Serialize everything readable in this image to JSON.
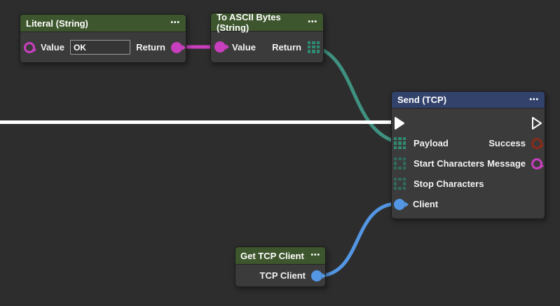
{
  "ui": {
    "menu_icon": "•••"
  },
  "colors": {
    "background": "#2d2d2d",
    "node_body": "#3b3b3b",
    "green_header": "#3d562d",
    "blue_header": "#32426b",
    "magenta": "#c83fbe",
    "teal": "#3f9180",
    "teal_bright": "#2f8a72",
    "teal_dim": "#2f6b5c",
    "blue": "#5396e3",
    "dark_red": "#8c2a1a",
    "exec_wire": "#ffffff"
  },
  "nodes": {
    "literal": {
      "title": "Literal (String)",
      "value_label": "Value",
      "value_input": "OK",
      "return_label": "Return"
    },
    "to_ascii": {
      "title": "To ASCII Bytes (String)",
      "value_label": "Value",
      "return_label": "Return"
    },
    "send": {
      "title": "Send (TCP)",
      "payload_label": "Payload",
      "start_label": "Start Characters",
      "stop_label": "Stop Characters",
      "client_label": "Client",
      "success_label": "Success",
      "message_label": "Message"
    },
    "get_tcp_client": {
      "title": "Get TCP Client",
      "tcp_client_label": "TCP Client"
    }
  }
}
